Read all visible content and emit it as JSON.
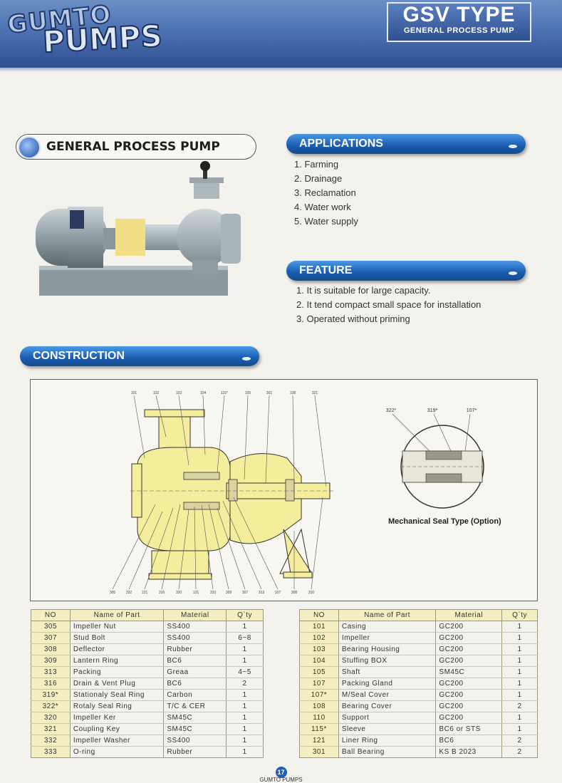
{
  "header": {
    "logo_line1": "GUMTO",
    "logo_line2": "PUMPS",
    "type_title": "GSV TYPE",
    "type_subtitle": "GENERAL PROCESS PUMP"
  },
  "product": {
    "title": "GENERAL PROCESS PUMP"
  },
  "applications": {
    "heading": "APPLICATIONS",
    "items": [
      "1. Farming",
      "2. Drainage",
      "3. Reclamation",
      "4. Water work",
      "5. Water supply"
    ]
  },
  "feature": {
    "heading": "FEATURE",
    "items": [
      "1. It is suitable for large capacity.",
      "2. It tend compact small space for installation",
      "3. Operated without priming"
    ]
  },
  "construction": {
    "heading": "CONSTRUCTION",
    "top_labels": [
      "101",
      "102",
      "103",
      "104",
      "115*",
      "105",
      "301",
      "108",
      "321"
    ],
    "bottom_labels": [
      "305",
      "332",
      "121",
      "316",
      "320",
      "121",
      "333",
      "309",
      "307",
      "313",
      "107",
      "308",
      "310"
    ],
    "mech_labels": [
      "322*",
      "319*",
      "107*"
    ],
    "mech_caption": "Mechanical Seal Type (Option)"
  },
  "tables": {
    "headers": [
      "NO",
      "Name of Part",
      "Material",
      "Q`ty"
    ],
    "left": [
      [
        "305",
        "Impeller Nut",
        "SS400",
        "1"
      ],
      [
        "307",
        "Stud Bolt",
        "SS400",
        "6~8"
      ],
      [
        "308",
        "Deflector",
        "Rubber",
        "1"
      ],
      [
        "309",
        "Lantern Ring",
        "BC6",
        "1"
      ],
      [
        "313",
        "Packing",
        "Greaa",
        "4~5"
      ],
      [
        "316",
        "Drain & Vent Plug",
        "BC6",
        "2"
      ],
      [
        "319*",
        "Stationaly Seal Ring",
        "Carbon",
        "1"
      ],
      [
        "322*",
        "Rotaly Seal Ring",
        "T/C & CER",
        "1"
      ],
      [
        "320",
        "Impeller Ker",
        "SM45C",
        "1"
      ],
      [
        "321",
        "Coupling Key",
        "SM45C",
        "1"
      ],
      [
        "332",
        "Impeller Washer",
        "SS400",
        "1"
      ],
      [
        "333",
        "O-ring",
        "Rubber",
        "1"
      ]
    ],
    "right": [
      [
        "101",
        "Casing",
        "GC200",
        "1"
      ],
      [
        "102",
        "Impeller",
        "GC200",
        "1"
      ],
      [
        "103",
        "Bearing Housing",
        "GC200",
        "1"
      ],
      [
        "104",
        "Stuffing BOX",
        "GC200",
        "1"
      ],
      [
        "105",
        "Shaft",
        "SM45C",
        "1"
      ],
      [
        "107",
        "Packing Gland",
        "GC200",
        "1"
      ],
      [
        "107*",
        "M/Seal Cover",
        "GC200",
        "1"
      ],
      [
        "108",
        "Bearing Cover",
        "GC200",
        "2"
      ],
      [
        "110",
        "Support",
        "GC200",
        "1"
      ],
      [
        "115*",
        "Sleeve",
        "BC6 or STS",
        "1"
      ],
      [
        "121",
        "Liner Ring",
        "BC6",
        "2"
      ],
      [
        "301",
        "Ball Bearing",
        "KS B 2023",
        "2"
      ]
    ]
  },
  "footer": {
    "page": "17",
    "brand": "GUMTO PUMPS"
  },
  "colors": {
    "accent": "#1c5fb4",
    "table_head": "#f3efc2",
    "drawing_fill": "#f5f0a0"
  }
}
